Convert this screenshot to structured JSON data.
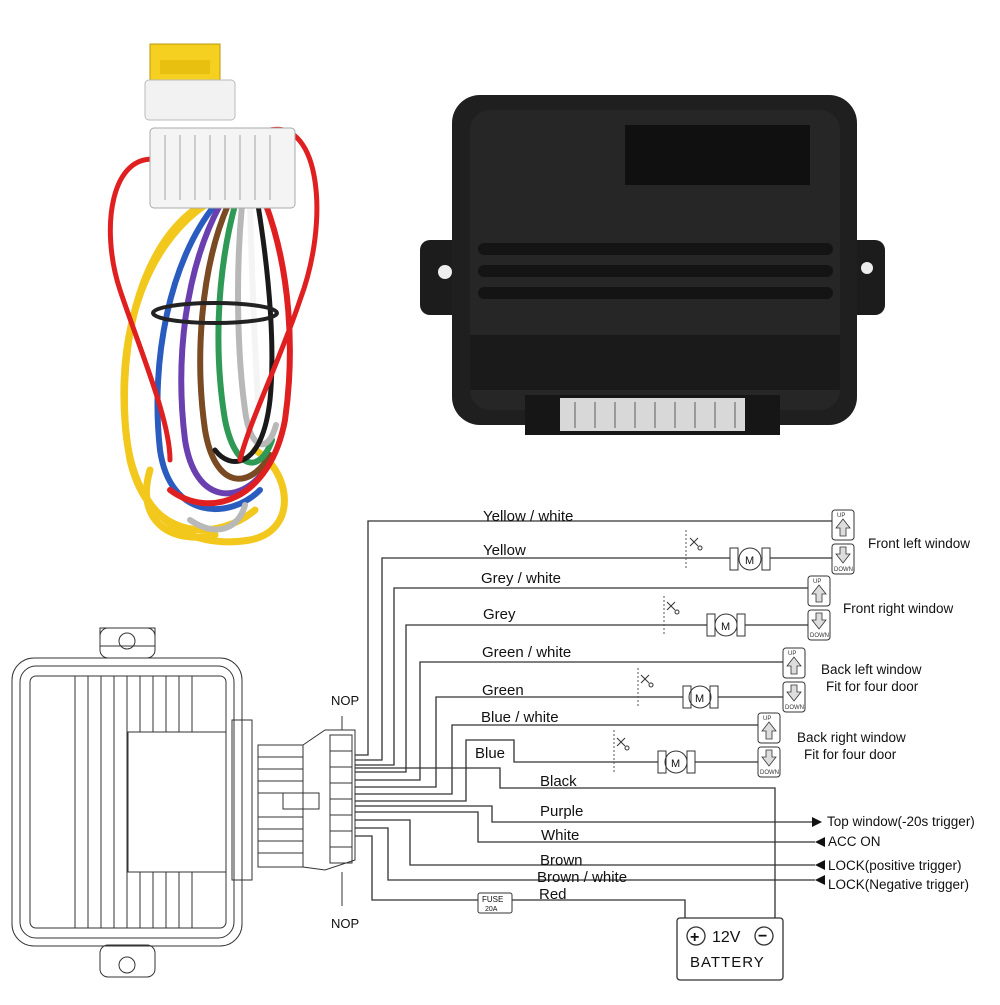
{
  "wires": {
    "yellow_white": "Yellow / white",
    "yellow": "Yellow",
    "grey_white": "Grey / white",
    "grey": "Grey",
    "green_white": "Green / white",
    "green": "Green",
    "blue_white": "Blue / white",
    "blue": "Blue",
    "black": "Black",
    "purple": "Purple",
    "white": "White",
    "brown": "Brown",
    "brown_white": "Brown / white",
    "red": "Red"
  },
  "windows": {
    "front_left": "Front left window",
    "front_right": "Front right window",
    "back_left": "Back left window",
    "back_left_fit": "Fit for four door",
    "back_right": "Back right window",
    "back_right_fit": "Fit for four door"
  },
  "outputs": {
    "top_window": "Top window(-20s trigger)",
    "acc_on": "ACC ON",
    "lock_positive": "LOCK(positive trigger)",
    "lock_negative": "LOCK(Negative trigger)"
  },
  "connector": {
    "nop_top": "NOP",
    "nop_bottom": "NOP"
  },
  "fuse": {
    "label": "FUSE",
    "rating": "20A"
  },
  "battery": {
    "voltage": "12V",
    "label": "BATTERY",
    "plus": "+",
    "minus": "−"
  },
  "switch": {
    "up": "UP",
    "down": "DOWN"
  },
  "motor": {
    "symbol": "M"
  },
  "colors": {
    "red": "#e02020",
    "yellow": "#f2c81c",
    "white": "#f4f4f4",
    "grey": "#b8b8b8",
    "green": "#2e9a55",
    "blue": "#2a5cc0",
    "purple": "#6a3fb0",
    "brown": "#7a4a22",
    "black": "#1a1a1a",
    "fuse_yellow": "#f5d020"
  }
}
